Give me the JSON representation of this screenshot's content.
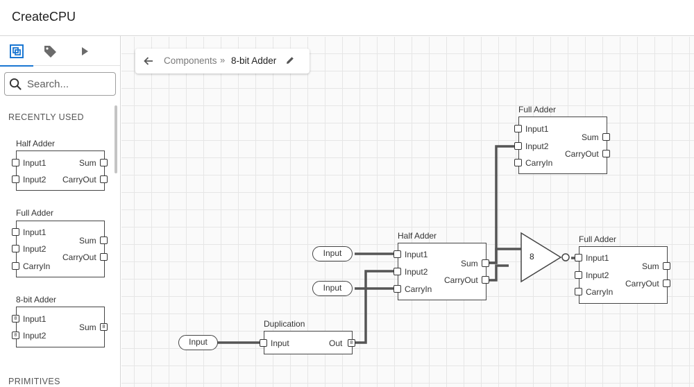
{
  "app": {
    "title": "CreateCPU"
  },
  "sidebar": {
    "tabs": [
      {
        "icon": "component-icon",
        "active": true
      },
      {
        "icon": "tag-icon",
        "active": false
      },
      {
        "icon": "play-icon",
        "active": false
      }
    ],
    "search": {
      "placeholder": "Search..."
    },
    "recently_used_label": "RECENTLY USED",
    "primitives_label": "PRIMITIVES",
    "components": [
      {
        "name": "Half Adder",
        "inputs": [
          "Input1",
          "Input2"
        ],
        "outputs": [
          "Sum",
          "CarryOut"
        ]
      },
      {
        "name": "Full Adder",
        "inputs": [
          "Input1",
          "Input2",
          "CarryIn"
        ],
        "outputs": [
          "Sum",
          "CarryOut"
        ]
      },
      {
        "name": "8-bit Adder",
        "inputs": [
          "Input1",
          "Input2"
        ],
        "outputs": [
          "Sum"
        ],
        "bus_width": "8"
      }
    ]
  },
  "breadcrumb": {
    "parent": "Components",
    "separator": "»",
    "current": "8-bit Adder"
  },
  "canvas": {
    "full_adder_top": {
      "name": "Full Adder",
      "inputs": [
        "Input1",
        "Input2",
        "CarryIn"
      ],
      "outputs": [
        "Sum",
        "CarryOut"
      ]
    },
    "half_adder": {
      "name": "Half Adder",
      "inputs": [
        "Input1",
        "Input2",
        "CarryIn"
      ],
      "outputs": [
        "Sum",
        "CarryOut"
      ]
    },
    "full_adder_right": {
      "name": "Full Adder",
      "inputs": [
        "Input1",
        "Input2",
        "CarryIn"
      ],
      "outputs": [
        "Sum",
        "CarryOut"
      ]
    },
    "duplication": {
      "name": "Duplication",
      "input": "Input",
      "output": "Out",
      "bus_width": "8"
    },
    "input_nodes": [
      "Input",
      "Input",
      "Input"
    ],
    "not_gate": {
      "bus_width": "8"
    }
  },
  "colors": {
    "accent": "#1976d2",
    "wire": "#555555",
    "grid": "#e6e6e6"
  }
}
